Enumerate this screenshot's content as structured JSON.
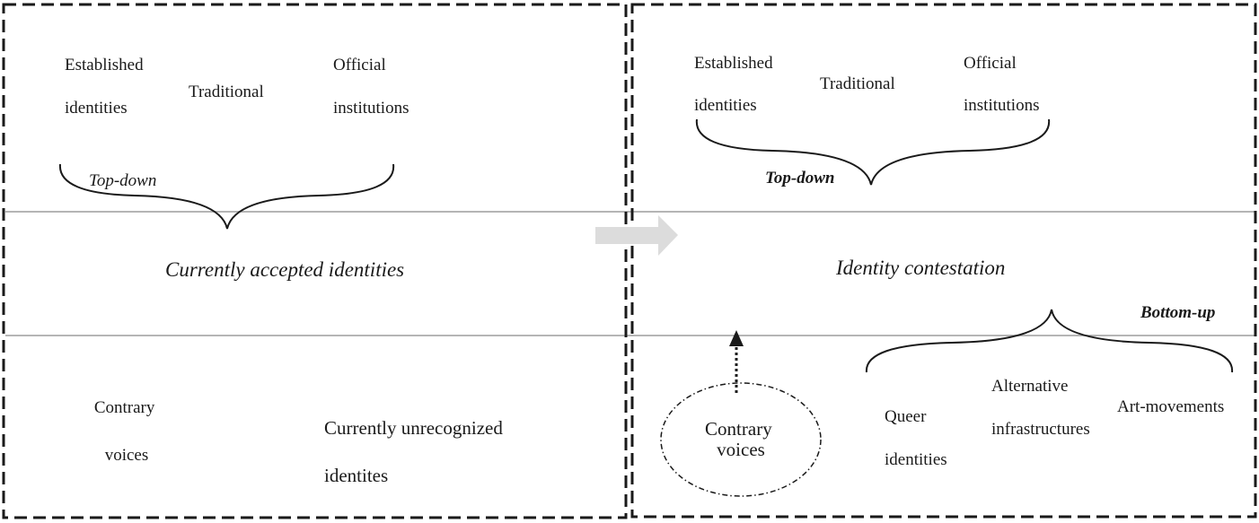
{
  "left_panel": {
    "established": [
      "Established",
      "identities"
    ],
    "traditional": "Traditional",
    "official": [
      "Official",
      "institutions"
    ],
    "top_down": "Top-down",
    "center_label": "Currently accepted identities",
    "contrary": [
      "Contrary",
      "voices"
    ],
    "unrecognized": [
      "Currently unrecognized",
      "identites"
    ]
  },
  "right_panel": {
    "established": [
      "Established",
      "identities"
    ],
    "traditional": "Traditional",
    "official": [
      "Official",
      "institutions"
    ],
    "top_down": "Top-down",
    "center_label": "Identity contestation",
    "bottom_up": "Bottom-up",
    "contrary": [
      "Contrary",
      "voices"
    ],
    "queer": [
      "Queer",
      "identities"
    ],
    "alternative": [
      "Alternative",
      "infrastructures"
    ],
    "art": "Art-movements"
  },
  "colors": {
    "border": "#1a1a1a",
    "divider": "#b5b5b5",
    "arrow": "#dcdcdc"
  }
}
